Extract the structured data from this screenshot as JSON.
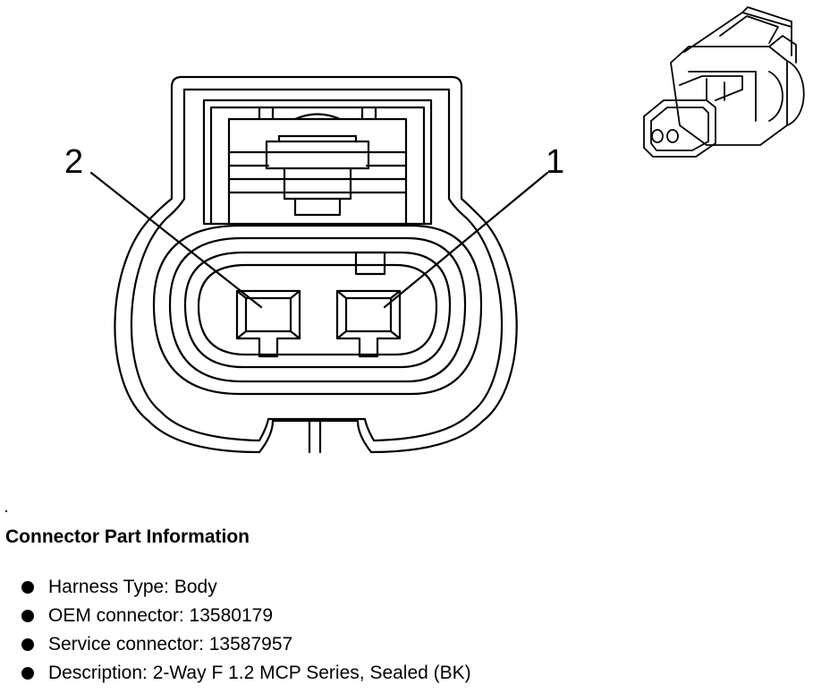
{
  "pin_labels": {
    "pin2": "2",
    "pin1": "1"
  },
  "icons": {
    "main_view": "connector-face-drawing",
    "thumbnail": "connector-3d-thumbnail-icon"
  },
  "info": {
    "title": "Connector Part Information",
    "items": [
      {
        "label": "Harness Type: Body"
      },
      {
        "label": "OEM connector: 13580179"
      },
      {
        "label": "Service connector: 13587957"
      },
      {
        "label": "Description: 2-Way F 1.2 MCP Series, Sealed (BK)"
      }
    ]
  },
  "colors": {
    "line": "#000000",
    "background": "#ffffff"
  }
}
